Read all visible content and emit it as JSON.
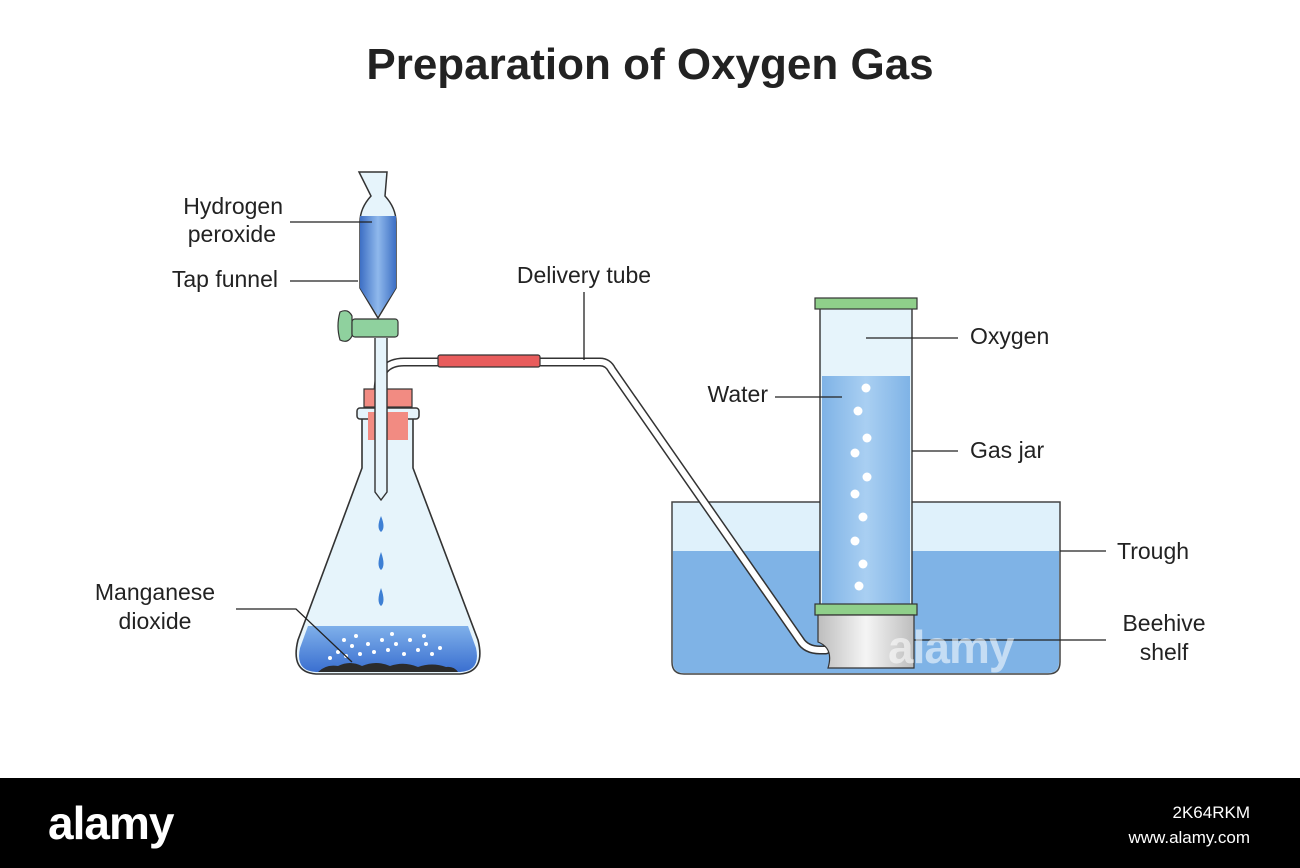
{
  "title": "Preparation of Oxygen Gas",
  "labels": {
    "hydrogen_peroxide": [
      "Hydrogen",
      "peroxide"
    ],
    "tap_funnel": "Tap funnel",
    "delivery_tube": "Delivery tube",
    "oxygen": "Oxygen",
    "water": "Water",
    "gas_jar": "Gas jar",
    "trough": "Trough",
    "beehive_shelf": [
      "Beehive",
      "shelf"
    ],
    "manganese_dioxide": [
      "Manganese",
      "dioxide"
    ]
  },
  "colors": {
    "liquid": "#6fa8dc",
    "liquid_dark": "#3d6fc4",
    "glass": "#e6f4fb",
    "stopper": "#f28b82",
    "tap": "#8fd19e",
    "rubber_tube": "#e85c5c",
    "jar_cap": "#8fcf8a",
    "solid": "#2b2b2b"
  },
  "watermark": {
    "logo": "alamy",
    "image_id": "2K64RKM",
    "site": "www.alamy.com"
  }
}
